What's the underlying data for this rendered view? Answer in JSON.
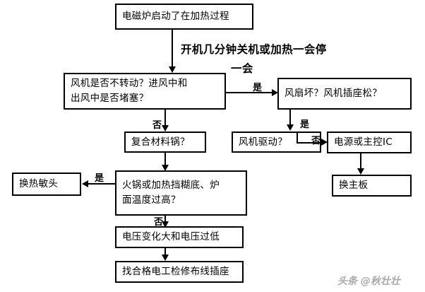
{
  "diagram": {
    "title_text": "电磁炉启动了在加热过程",
    "caption_main": "开机几分钟关机或加热一会停",
    "caption_sub": "一会",
    "nodes": {
      "start": "电磁炉启动了在加热过程",
      "fan_check": "风机是否不转动？进风中和\n出风中是否堵塞？",
      "fan_broken": "风扇坏？风机插座松？",
      "fan_drive": "风机驱动？",
      "power_ic": "电源或主控IC",
      "replace_board": "换主板",
      "composite_pot": "复合材料锅？",
      "hotpot_temp": "火锅或加热挡糊底、炉\n面温度过高？",
      "replace_sensor": "换热敏头",
      "voltage": "电压变化大和电压过低",
      "electrician": "找合格电工检修布线插座"
    },
    "edge_labels": {
      "fan_check_yes": "是",
      "fan_check_no": "否",
      "fan_drive_yes": "是",
      "fan_drive_no": "否",
      "hotpot_yes": "是",
      "hotpot_no": "否"
    },
    "watermark": "头条 @秋壮壮",
    "colors": {
      "line": "#000000",
      "box_fill": "#ffffff",
      "text": "#000000",
      "watermark": "#888888"
    }
  }
}
